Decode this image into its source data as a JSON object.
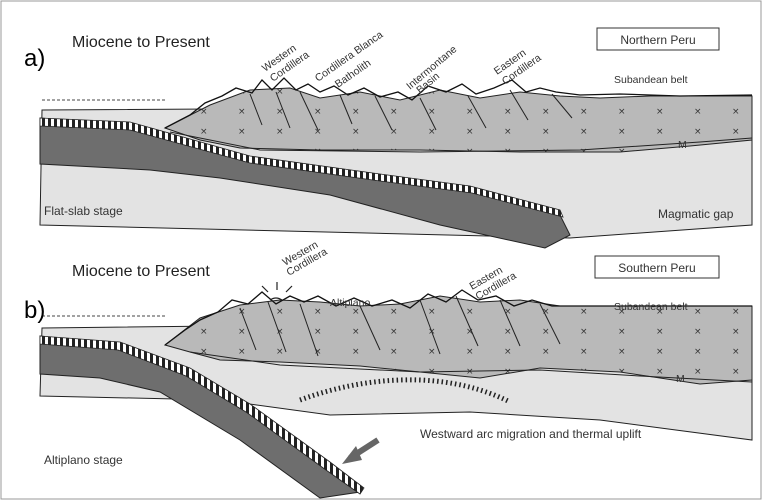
{
  "panels": [
    {
      "letter": "a)",
      "title": "Miocene to Present",
      "region": "Northern Peru",
      "features": {
        "western_cordillera_l1": "Western",
        "western_cordillera_l2": "Cordillera",
        "cordillera_blanca_l1": "Cordillera Blanca",
        "cordillera_blanca_l2": "Batholith",
        "intermontane_l1": "Intermontane",
        "intermontane_l2": "Basin",
        "eastern_cordillera_l1": "Eastern",
        "eastern_cordillera_l2": "Cordillera",
        "subandean": "Subandean belt",
        "moho": "M"
      },
      "stage": "Flat-slab stage",
      "gap": "Magmatic gap"
    },
    {
      "letter": "b)",
      "title": "Miocene to Present",
      "region": "Southern Peru",
      "features": {
        "western_cordillera_l1": "Western",
        "western_cordillera_l2": "Cordillera",
        "altiplano": "Altiplano",
        "eastern_cordillera_l1": "Eastern",
        "eastern_cordillera_l2": "Cordillera",
        "subandean": "Subandean belt",
        "moho": "M"
      },
      "arc": "Westward arc migration and thermal uplift",
      "stage": "Altiplano stage"
    }
  ],
  "colors": {
    "slab": "#6e6e6e",
    "crust": "#b9b9b9",
    "mantle": "#e3e3e3",
    "outline": "#222222"
  }
}
